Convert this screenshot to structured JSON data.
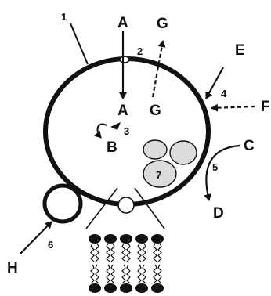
{
  "labels": {
    "A_top": "A",
    "A_inner": "A",
    "B": "B",
    "C": "C",
    "D": "D",
    "E": "E",
    "F": "F",
    "G_outer": "G",
    "G_inner": "G",
    "H": "H",
    "n1": "1",
    "n2": "2",
    "n3": "3",
    "n4": "4",
    "n5": "5",
    "n6": "6",
    "n7": "7"
  },
  "colors": {
    "stroke": "#111111",
    "vesicle_fill": "#dcdcdc",
    "background": "#ffffff"
  }
}
